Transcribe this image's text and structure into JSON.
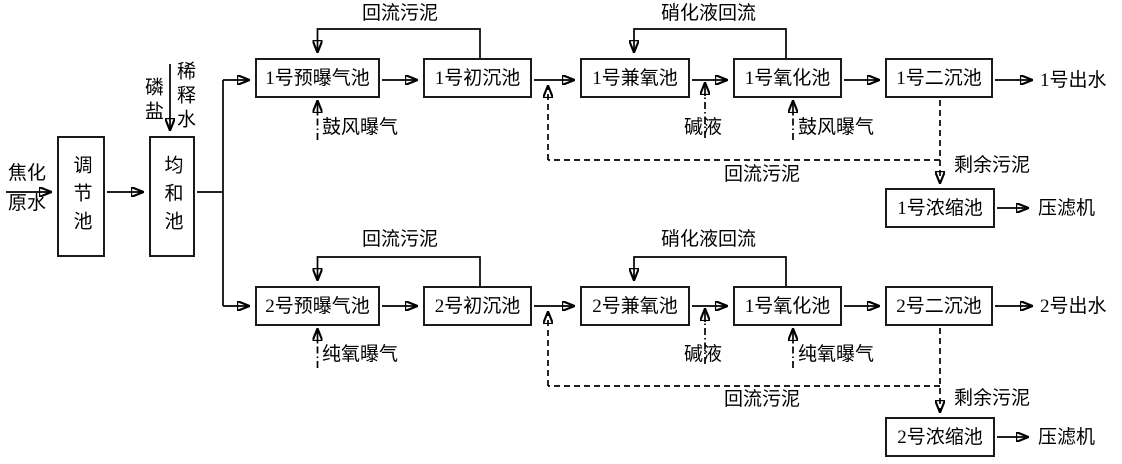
{
  "source": {
    "line1": "焦化",
    "line2": "原水"
  },
  "pretreatment": {
    "regulating_tank": "调节池",
    "equalizing_tank": "均和池",
    "phosphate_label": "磷盐",
    "dilution_water_label": "稀释水"
  },
  "line1": {
    "pre_aeration_tank": "1号预曝气池",
    "primary_sedimentation_tank": "1号初沉池",
    "facultative_tank": "1号兼氧池",
    "oxidation_tank": "1号氧化池",
    "secondary_sedimentation_tank": "1号二沉池",
    "thickener_tank": "1号浓缩池",
    "effluent_label": "1号出水",
    "filter_press_label": "压滤机",
    "return_sludge_top_label": "回流污泥",
    "nitrified_liquid_return_label": "硝化液回流",
    "aeration_label_1": "鼓风曝气",
    "alkali_label": "碱液",
    "aeration_label_2": "鼓风曝气",
    "return_sludge_bottom_label": "回流污泥",
    "excess_sludge_label": "剩余污泥"
  },
  "line2": {
    "pre_aeration_tank": "2号预曝气池",
    "primary_sedimentation_tank": "2号初沉池",
    "facultative_tank": "2号兼氧池",
    "oxidation_tank": "1号氧化池",
    "secondary_sedimentation_tank": "2号二沉池",
    "thickener_tank": "2号浓缩池",
    "effluent_label": "2号出水",
    "filter_press_label": "压滤机",
    "return_sludge_top_label": "回流污泥",
    "nitrified_liquid_return_label": "硝化液回流",
    "aeration_label_1": "纯氧曝气",
    "alkali_label": "碱液",
    "aeration_label_2": "纯氧曝气",
    "return_sludge_bottom_label": "回流污泥",
    "excess_sludge_label": "剩余污泥"
  },
  "colors": {
    "line": "#000000",
    "background": "#ffffff",
    "text": "#000000"
  }
}
